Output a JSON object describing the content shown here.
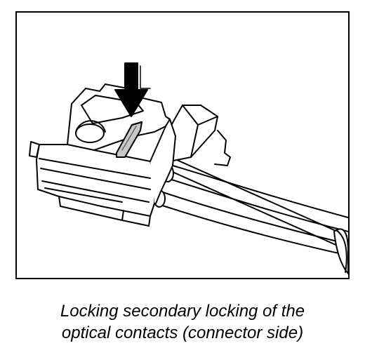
{
  "figure": {
    "illustration": "connector-secondary-lock-illustration",
    "icons": [
      "down-arrow-icon",
      "connector-housing",
      "locking-slide",
      "screwdriver-tool",
      "optical-cable"
    ]
  },
  "caption": {
    "line1": "Locking secondary locking of the",
    "line2": "optical contacts (connector side)"
  },
  "colors": {
    "line": "#000000",
    "background": "#ffffff",
    "lock_slide_fill": "#c8c8c8"
  }
}
